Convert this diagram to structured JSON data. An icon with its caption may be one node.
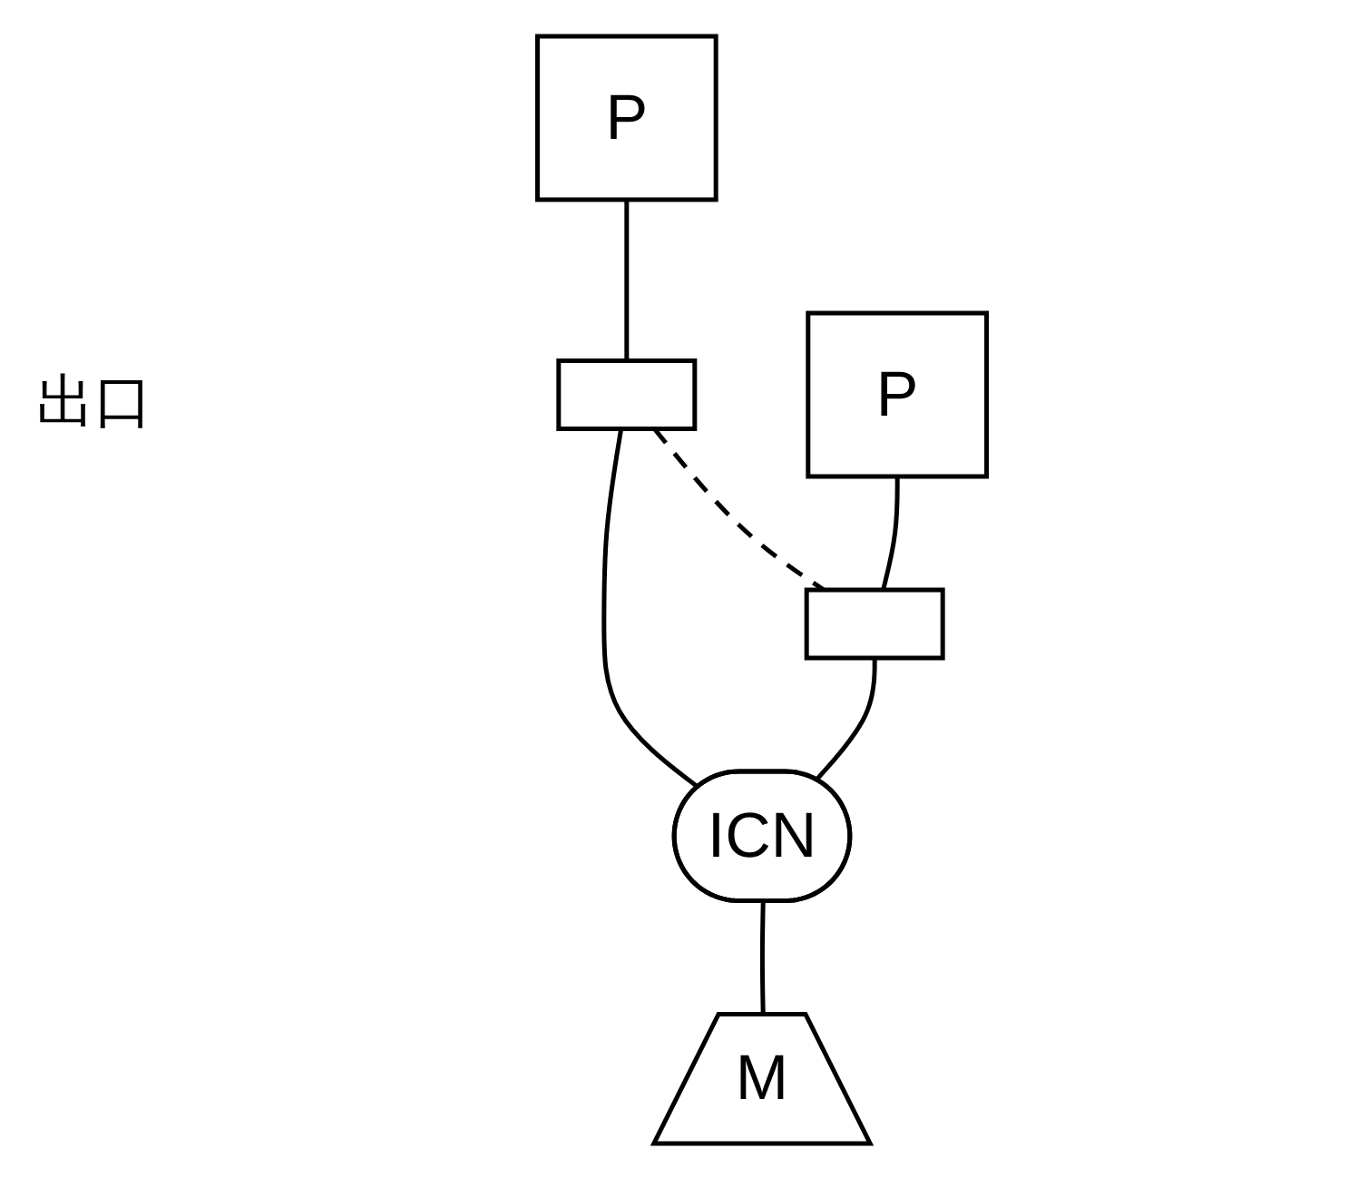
{
  "diagram": {
    "nodes": [
      {
        "text": [
          "P"
        ]
      },
      {
        "text": [],
        "shape": "box"
      },
      {
        "text": [
          "P"
        ]
      },
      {
        "text": [],
        "shape": "box"
      },
      {
        "text": [
          "ICN"
        ]
      },
      {
        "text": [
          "M"
        ]
      }
    ],
    "edges": [
      {
        "from": 0,
        "to": 1,
        "arrow": "none"
      },
      {
        "from": 2,
        "to": 3,
        "arrow": "none"
      },
      {
        "from": 1,
        "to": 4,
        "arrow": "none"
      },
      {
        "from": 3,
        "to": 4,
        "arrow": "none"
      },
      {
        "from": 1,
        "to": 3,
        "arrow": "none",
        "style": "dashed"
      },
      {
        "from": 4,
        "to": 5,
        "arrow": "none"
      }
    ],
    "labels": [
      "出口"
    ]
  }
}
